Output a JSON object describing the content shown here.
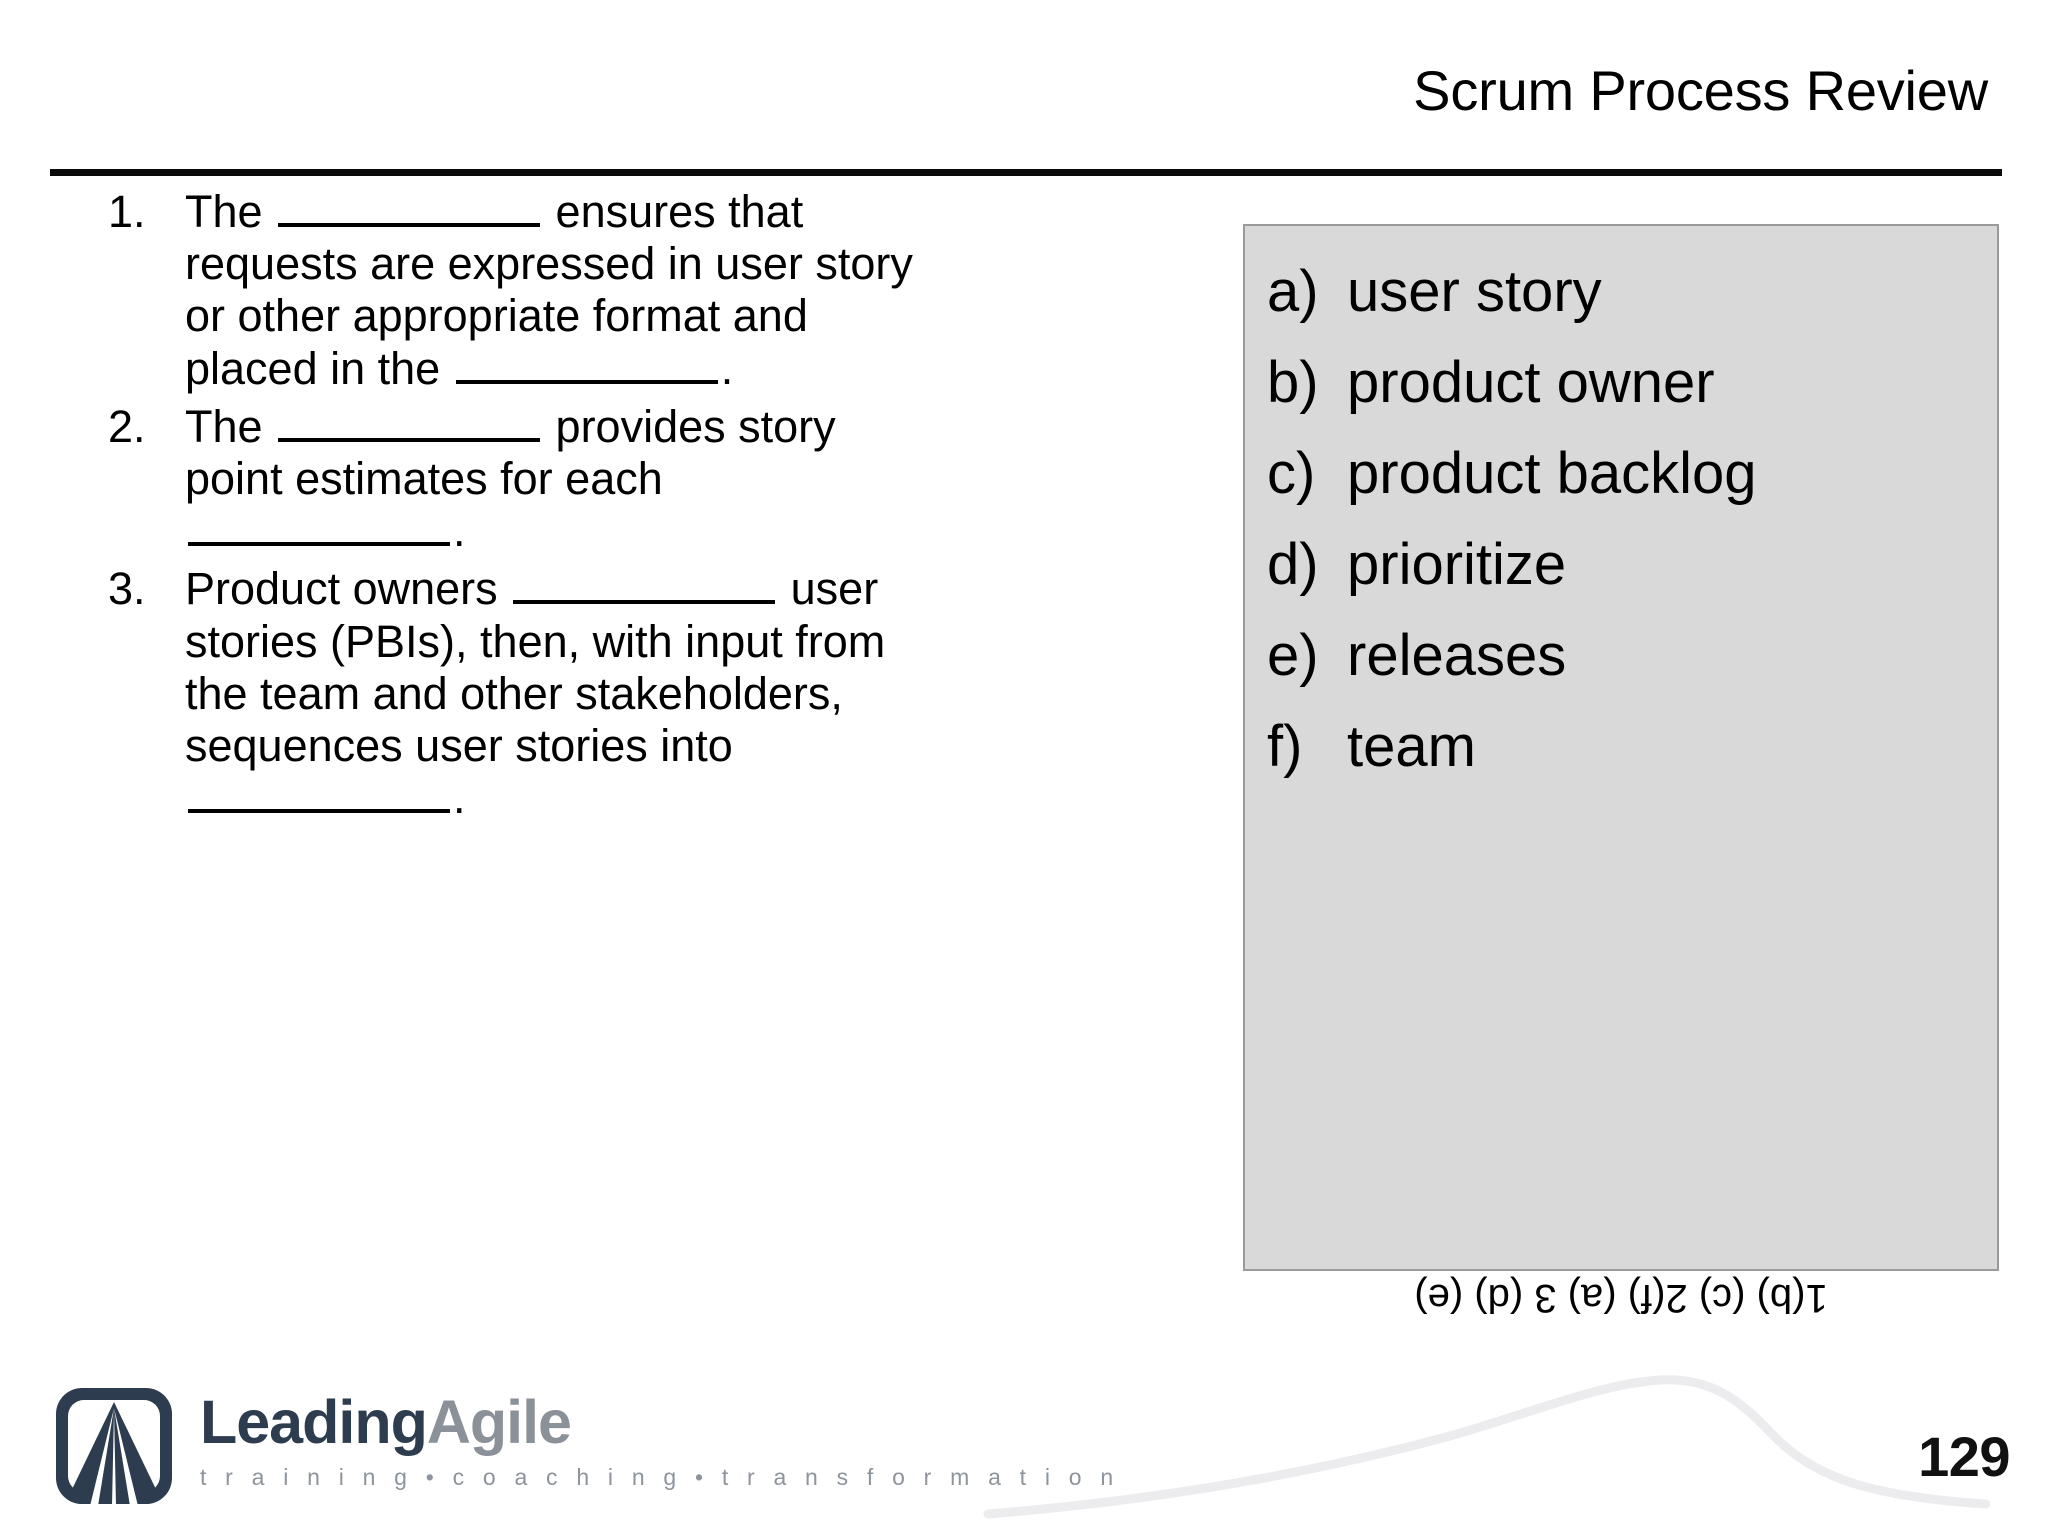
{
  "header": {
    "title": "Scrum Process Review"
  },
  "questions": [
    {
      "number": "1.",
      "segments": [
        {
          "type": "text",
          "value": "The "
        },
        {
          "type": "blank"
        },
        {
          "type": "text",
          "value": " ensures that requests are expressed in user story or other appropriate format and placed in the "
        },
        {
          "type": "blank"
        },
        {
          "type": "text",
          "value": "."
        }
      ],
      "plain": "The ____________ ensures that requests are expressed in user story or other appropriate format and placed in the ____________."
    },
    {
      "number": "2.",
      "segments": [
        {
          "type": "text",
          "value": "The "
        },
        {
          "type": "blank"
        },
        {
          "type": "text",
          "value": " provides story point estimates for each "
        },
        {
          "type": "blank"
        },
        {
          "type": "text",
          "value": "."
        }
      ],
      "plain": "The ____________ provides story point estimates for each ____________."
    },
    {
      "number": "3.",
      "segments": [
        {
          "type": "text",
          "value": "Product owners "
        },
        {
          "type": "blank"
        },
        {
          "type": "text",
          "value": " user stories (PBIs), then, with input from the team and other stakeholders, sequences user stories into "
        },
        {
          "type": "blank"
        },
        {
          "type": "text",
          "value": "."
        }
      ],
      "plain": "Product owners ____________ user stories (PBIs), then, with input from the team and other stakeholders, sequences user stories into ____________."
    }
  ],
  "answer_box": {
    "options": [
      {
        "key": "a)",
        "label": "user story"
      },
      {
        "key": "b)",
        "label": "product owner"
      },
      {
        "key": "c)",
        "label": "product backlog"
      },
      {
        "key": "d)",
        "label": "prioritize"
      },
      {
        "key": "e)",
        "label": "releases"
      },
      {
        "key": "f)",
        "label": "team"
      }
    ],
    "background_color": "#d9d9d9"
  },
  "answer_key": {
    "text": "1(b) (c) 2(f) (a) 3 (d) (e)",
    "orientation": "upside-down"
  },
  "footer": {
    "logo": {
      "wordmark_primary": "Leading",
      "wordmark_secondary": "Agile",
      "tagline": "t r a i n i n g  •  c o a c h i n g  •  t r a n s f o r m a t i o n",
      "mark_color": "#2d3c4e",
      "secondary_color": "#8b9199"
    },
    "page_number": "129"
  }
}
